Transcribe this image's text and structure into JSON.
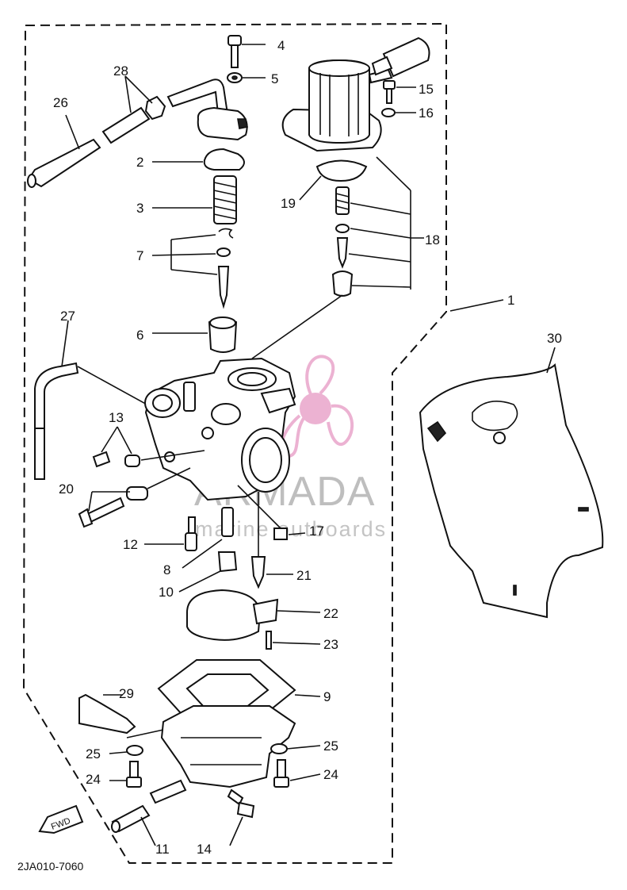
{
  "diagram": {
    "code": "2JA010-7060",
    "fwd_label": "FWD",
    "labels": {
      "p1": "1",
      "p2": "2",
      "p3": "3",
      "p4": "4",
      "p5": "5",
      "p6": "6",
      "p7": "7",
      "p8": "8",
      "p9": "9",
      "p10": "10",
      "p11": "11",
      "p12": "12",
      "p13": "13",
      "p14": "14",
      "p15": "15",
      "p16": "16",
      "p17": "17",
      "p18": "18",
      "p19": "19",
      "p20": "20",
      "p21": "21",
      "p22": "22",
      "p23": "23",
      "p24a": "24",
      "p24b": "24",
      "p25a": "25",
      "p25b": "25",
      "p26": "26",
      "p27": "27",
      "p28": "28",
      "p29": "29",
      "p30": "30"
    }
  },
  "watermark": {
    "brand": "ARMADA",
    "tagline": "marine outboards",
    "logo_color": "#e8a0c8"
  }
}
